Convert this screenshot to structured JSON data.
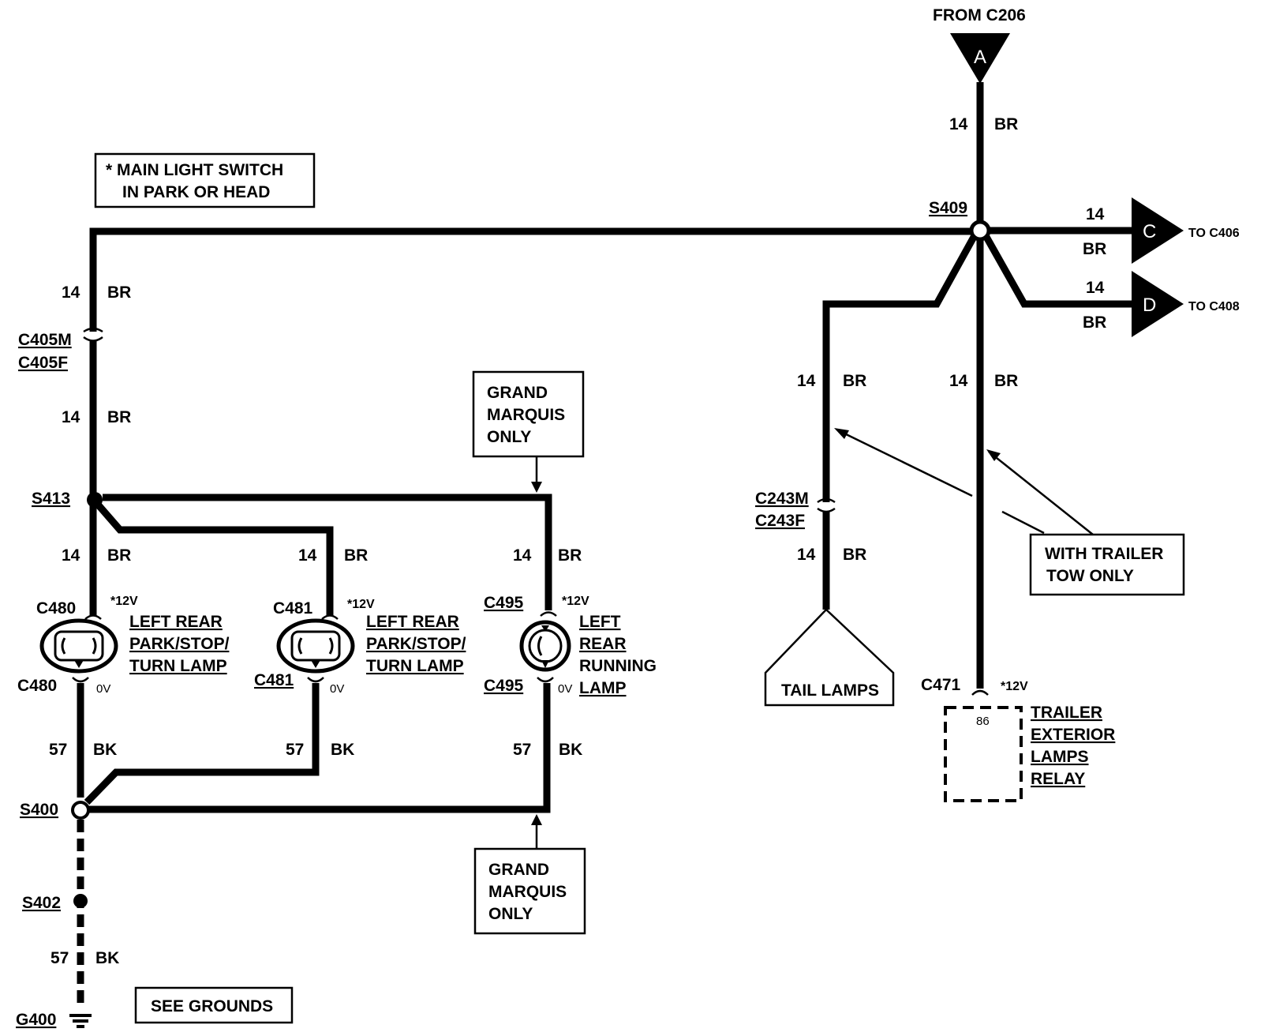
{
  "top": {
    "from_label": "FROM C206",
    "connector_a": "A"
  },
  "note": {
    "line1": "*  MAIN LIGHT SWITCH",
    "line2": "IN PARK OR HEAD"
  },
  "outputs": {
    "c": {
      "letter": "C",
      "label": "TO C406",
      "gauge": "14",
      "color": "BR"
    },
    "d": {
      "letter": "D",
      "label": "TO C408",
      "gauge": "14",
      "color": "BR"
    }
  },
  "splices": {
    "s409": "S409",
    "s413": "S413",
    "s400": "S400",
    "s402": "S402",
    "g400": "G400"
  },
  "wires": {
    "gauge14": "14",
    "br": "BR",
    "gauge57": "57",
    "bk": "BK"
  },
  "connectors": {
    "c405m": "C405M",
    "c405f": "C405F",
    "c480": "C480",
    "c481": "C481",
    "c495": "C495",
    "c243m": "C243M",
    "c243f": "C243F",
    "c471": "C471"
  },
  "voltages": {
    "v12": "*12V",
    "v0": "0V"
  },
  "lamps": {
    "lamp1": {
      "line1": "LEFT REAR",
      "line2": "PARK/STOP/",
      "line3": "TURN LAMP"
    },
    "lamp2": {
      "line1": "LEFT REAR",
      "line2": "PARK/STOP/",
      "line3": "TURN LAMP"
    },
    "lamp3": {
      "line1": "LEFT",
      "line2": "REAR",
      "line3": "RUNNING",
      "line4": "LAMP"
    }
  },
  "callouts": {
    "grand_marquis_top": {
      "line1": "GRAND",
      "line2": "MARQUIS",
      "line3": "ONLY"
    },
    "grand_marquis_bottom": {
      "line1": "GRAND",
      "line2": "MARQUIS",
      "line3": "ONLY"
    },
    "trailer_tow": {
      "line1": "WITH TRAILER",
      "line2": "TOW ONLY"
    },
    "see_grounds": "SEE GROUNDS"
  },
  "tail_lamps": "TAIL LAMPS",
  "relay": {
    "pin": "86",
    "line1": "TRAILER",
    "line2": "EXTERIOR",
    "line3": "LAMPS",
    "line4": "RELAY"
  }
}
